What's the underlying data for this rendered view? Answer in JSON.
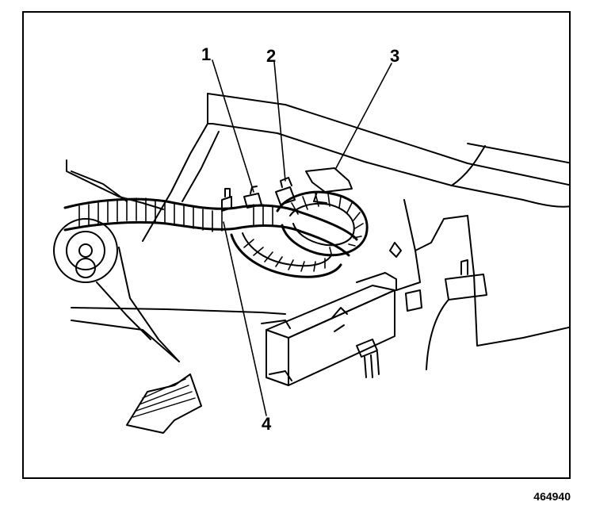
{
  "callouts": {
    "c1": "1",
    "c2": "2",
    "c3": "3",
    "c4": "4"
  },
  "figure_id": "464940",
  "colors": {
    "line": "#000000",
    "paper": "#ffffff"
  }
}
